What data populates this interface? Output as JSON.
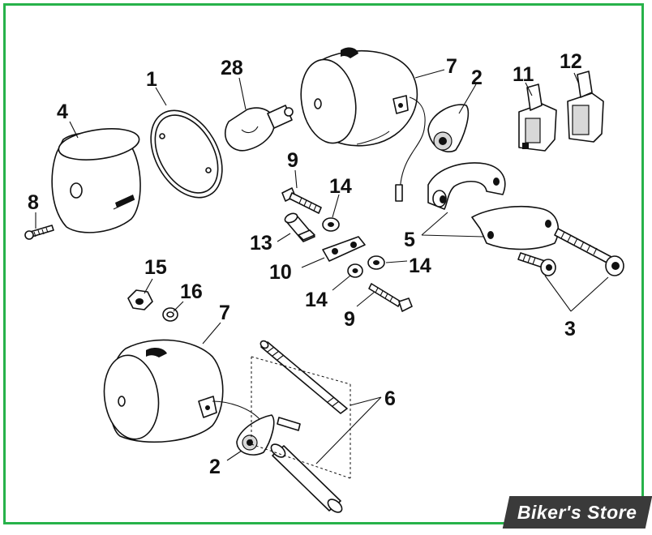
{
  "diagram": {
    "callouts": {
      "c1": "1",
      "c28": "28",
      "c7a": "7",
      "c2a": "2",
      "c11": "11",
      "c12": "12",
      "c4": "4",
      "c9a": "9",
      "c14a": "14",
      "c8": "8",
      "c5": "5",
      "c13": "13",
      "c10": "10",
      "c14b": "14",
      "c14c": "14",
      "c9b": "9",
      "c3": "3",
      "c15": "15",
      "c16": "16",
      "c7b": "7",
      "c6": "6",
      "c2b": "2"
    }
  },
  "watermark": {
    "text": "Biker's Store",
    "background": "#3a3a3a",
    "color": "#ffffff"
  },
  "colors": {
    "frame": "#27b24a",
    "ink": "#111111"
  }
}
